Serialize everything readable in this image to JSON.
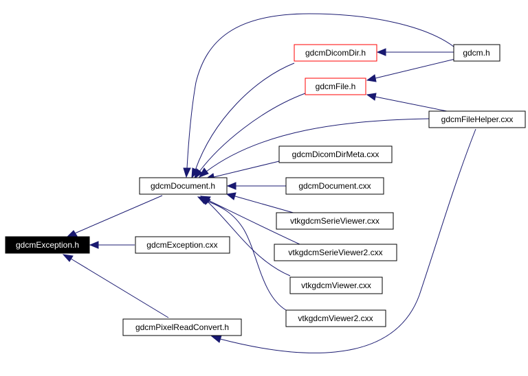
{
  "graph": {
    "edge_color": "#191970",
    "nodes": {
      "gdcmException_h": {
        "label": "gdcmException.h",
        "style": "root"
      },
      "gdcmDocument_h": {
        "label": "gdcmDocument.h",
        "style": "normal"
      },
      "gdcmException_cxx": {
        "label": "gdcmException.cxx",
        "style": "normal"
      },
      "gdcmPixelReadConvert_h": {
        "label": "gdcmPixelReadConvert.h",
        "style": "normal"
      },
      "gdcmDicomDir_h": {
        "label": "gdcmDicomDir.h",
        "style": "red"
      },
      "gdcmFile_h": {
        "label": "gdcmFile.h",
        "style": "red"
      },
      "gdcm_h": {
        "label": "gdcm.h",
        "style": "normal"
      },
      "gdcmFileHelper_cxx": {
        "label": "gdcmFileHelper.cxx",
        "style": "normal"
      },
      "gdcmDicomDirMeta_cxx": {
        "label": "gdcmDicomDirMeta.cxx",
        "style": "normal"
      },
      "gdcmDocument_cxx": {
        "label": "gdcmDocument.cxx",
        "style": "normal"
      },
      "vtkgdcmSerieViewer_cxx": {
        "label": "vtkgdcmSerieViewer.cxx",
        "style": "normal"
      },
      "vtkgdcmSerieViewer2_cxx": {
        "label": "vtkgdcmSerieViewer2.cxx",
        "style": "normal"
      },
      "vtkgdcmViewer_cxx": {
        "label": "vtkgdcmViewer.cxx",
        "style": "normal"
      },
      "vtkgdcmViewer2_cxx": {
        "label": "vtkgdcmViewer2.cxx",
        "style": "normal"
      }
    },
    "edges": [
      {
        "from": "gdcmDocument_h",
        "to": "gdcmException_h"
      },
      {
        "from": "gdcmException_cxx",
        "to": "gdcmException_h"
      },
      {
        "from": "gdcmPixelReadConvert_h",
        "to": "gdcmException_h"
      },
      {
        "from": "gdcmDicomDir_h",
        "to": "gdcmDocument_h"
      },
      {
        "from": "gdcm_h",
        "to": "gdcmDocument_h"
      },
      {
        "from": "gdcmFile_h",
        "to": "gdcmDocument_h"
      },
      {
        "from": "gdcmFileHelper_cxx",
        "to": "gdcmDocument_h"
      },
      {
        "from": "gdcmDicomDirMeta_cxx",
        "to": "gdcmDocument_h"
      },
      {
        "from": "gdcmDocument_cxx",
        "to": "gdcmDocument_h"
      },
      {
        "from": "vtkgdcmSerieViewer_cxx",
        "to": "gdcmDocument_h"
      },
      {
        "from": "vtkgdcmSerieViewer2_cxx",
        "to": "gdcmDocument_h"
      },
      {
        "from": "vtkgdcmViewer_cxx",
        "to": "gdcmDocument_h"
      },
      {
        "from": "vtkgdcmViewer2_cxx",
        "to": "gdcmDocument_h"
      },
      {
        "from": "gdcm_h",
        "to": "gdcmDicomDir_h"
      },
      {
        "from": "gdcm_h",
        "to": "gdcmFile_h"
      },
      {
        "from": "gdcmFileHelper_cxx",
        "to": "gdcmFile_h"
      },
      {
        "from": "gdcmFileHelper_cxx",
        "to": "gdcmPixelReadConvert_h"
      }
    ]
  }
}
